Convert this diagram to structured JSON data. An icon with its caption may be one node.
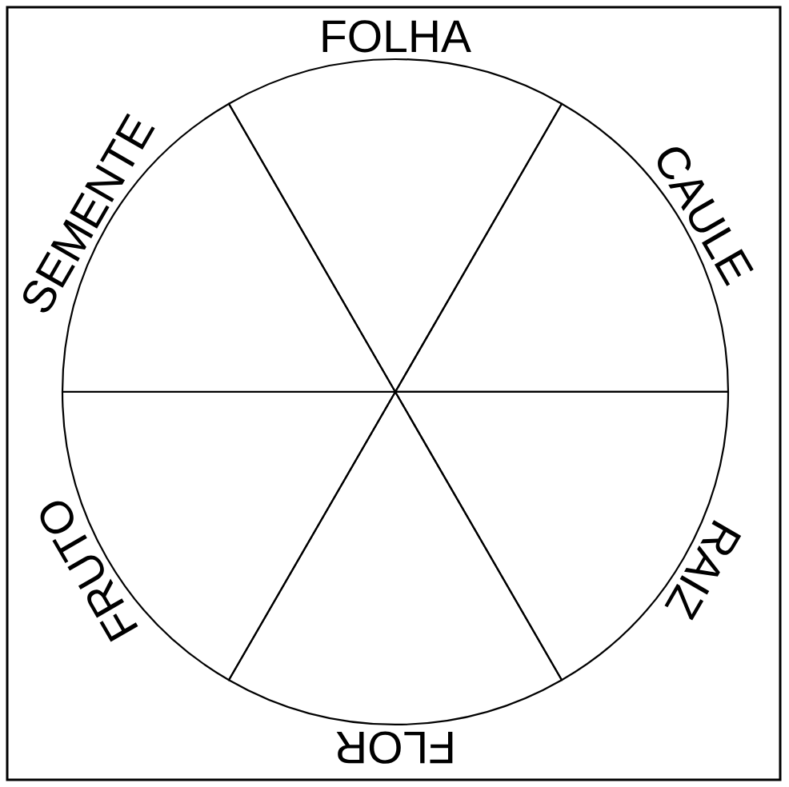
{
  "diagram": {
    "nodes": [
      {
        "text": [
          "FOLHA"
        ]
      },
      {
        "text": [
          "CAULE"
        ]
      },
      {
        "text": [
          "RAIZ"
        ]
      },
      {
        "text": [
          "FLOR"
        ]
      },
      {
        "text": [
          "FRUTO"
        ]
      },
      {
        "text": [
          "SEMENTE"
        ]
      }
    ]
  }
}
